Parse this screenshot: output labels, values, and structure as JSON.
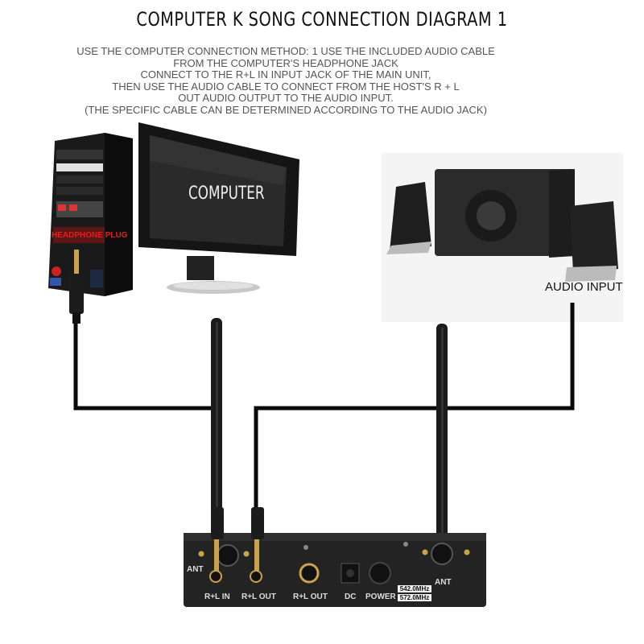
{
  "title": "COMPUTER K SONG CONNECTION DIAGRAM 1",
  "description_lines": [
    "USE THE COMPUTER CONNECTION METHOD: 1 USE THE INCLUDED AUDIO CABLE",
    "FROM THE COMPUTER'S HEADPHONE JACK",
    "CONNECT TO THE R+L IN INPUT JACK OF THE MAIN UNIT,",
    "THEN USE THE AUDIO CABLE TO CONNECT FROM THE HOST'S R + L",
    "OUT AUDIO OUTPUT TO THE AUDIO INPUT.",
    "(THE SPECIFIC CABLE CAN BE DETERMINED ACCORDING TO THE AUDIO JACK)"
  ],
  "computer_label": "COMPUTER",
  "headphone_plug_label": "HEADPHONE PLUG",
  "audio_input_label": "AUDIO INPUT",
  "receiver": {
    "ports": {
      "ant_left": "ANT",
      "rl_in": "R+L IN",
      "rl_out_1": "R+L OUT",
      "rl_out_2": "R+L OUT",
      "dc": "DC",
      "power": "POWER",
      "ant_right": "ANT"
    },
    "freq_1": "542.0MHz",
    "freq_2": "572.0MHz"
  }
}
